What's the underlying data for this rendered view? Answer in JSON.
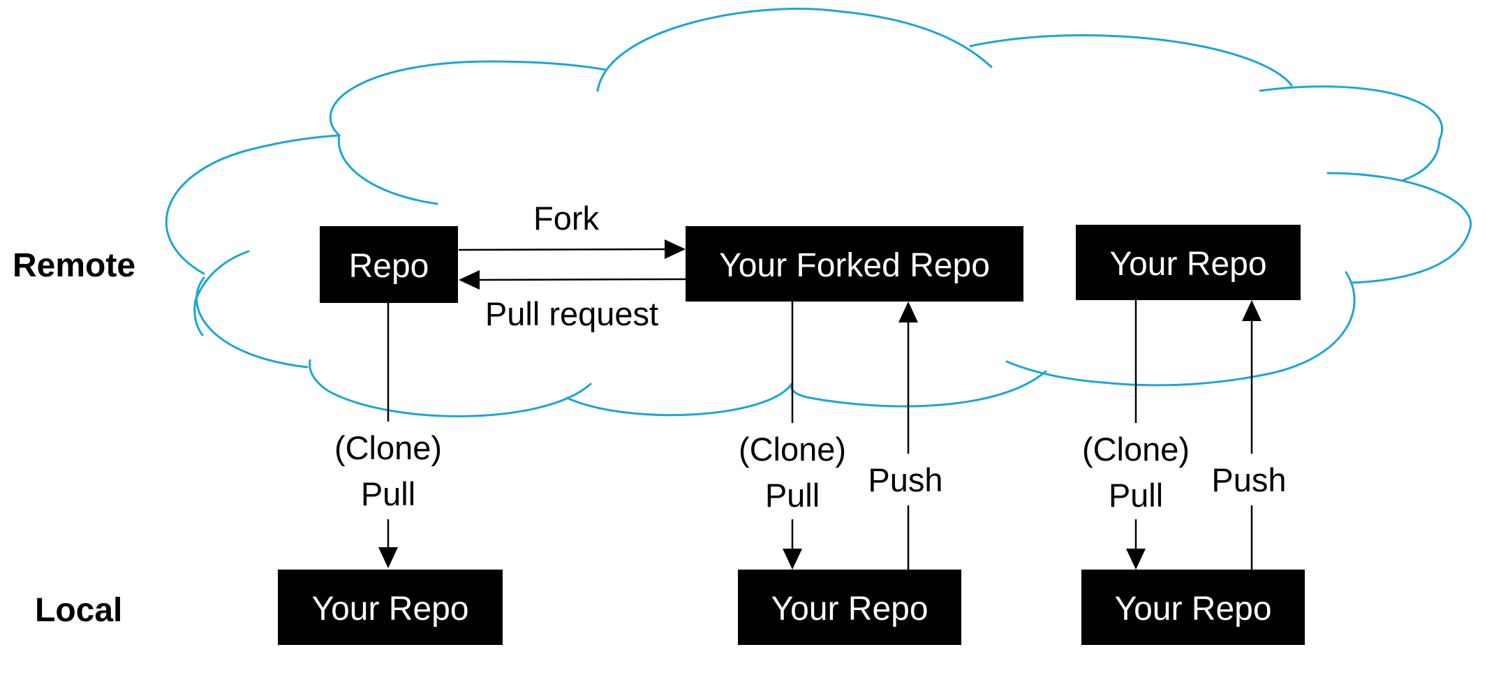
{
  "sides": {
    "remote": "Remote",
    "local": "Local"
  },
  "nodes": {
    "upstream_repo": "Repo",
    "forked_repo": "Your Forked Repo",
    "own_remote_repo": "Your Repo",
    "local_clone_upstream": "Your Repo",
    "local_clone_fork": "Your Repo",
    "local_clone_own": "Your Repo"
  },
  "edges": {
    "fork": "Fork",
    "pull_request": "Pull request",
    "clone_line1": "(Clone)",
    "clone_line2": "Pull",
    "push": "Push"
  },
  "colors": {
    "cloud": "#1aa6d6",
    "box_fill": "#000000",
    "box_text": "#ffffff"
  }
}
